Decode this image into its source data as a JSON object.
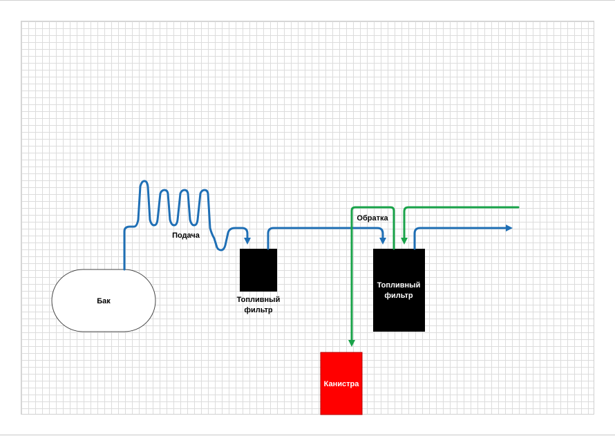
{
  "diagram": {
    "nodes": {
      "tank": {
        "label": "Бак"
      },
      "filter1": {
        "label_line1": "Топливный",
        "label_line2": "фильтр"
      },
      "filter2": {
        "label_line1": "Топливный",
        "label_line2": "фильтр"
      },
      "canister": {
        "label": "Канистра"
      }
    },
    "edge_labels": {
      "supply": "Подача",
      "return": "Обратка"
    },
    "colors": {
      "supply_line": "#1f6fb5",
      "return_line": "#1aa34a",
      "filter_fill": "#000000",
      "canister_fill": "#ff0000",
      "tank_fill": "#ffffff"
    }
  }
}
